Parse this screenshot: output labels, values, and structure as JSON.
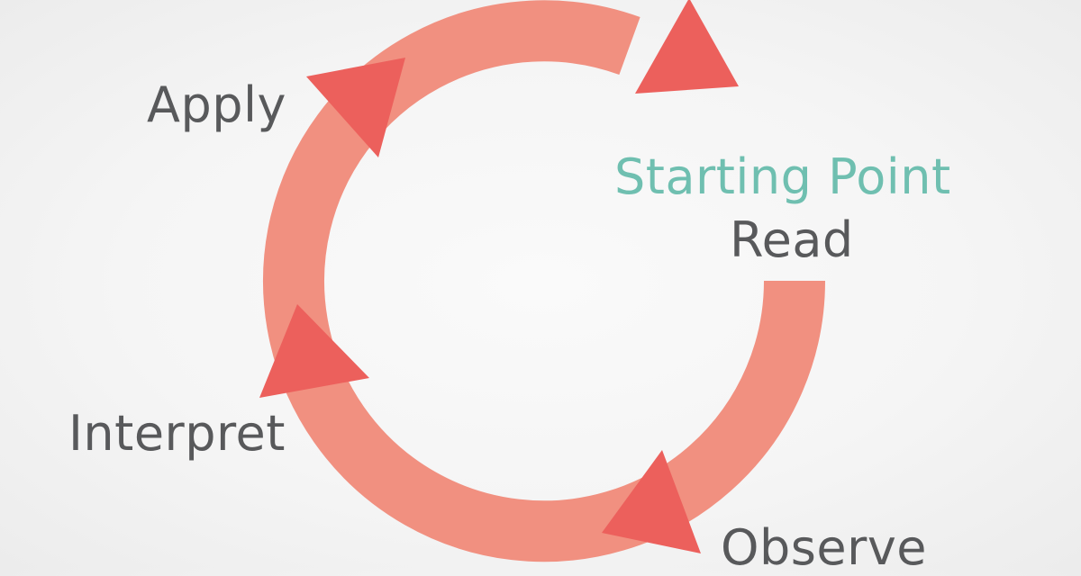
{
  "diagram": {
    "title_label": "Starting Point",
    "steps": [
      "Read",
      "Observe",
      "Interpret",
      "Apply"
    ],
    "colors": {
      "ring": "#f19080",
      "arrow": "#ec605c",
      "text": "#58595b",
      "accent": "#6fbfb0"
    }
  }
}
